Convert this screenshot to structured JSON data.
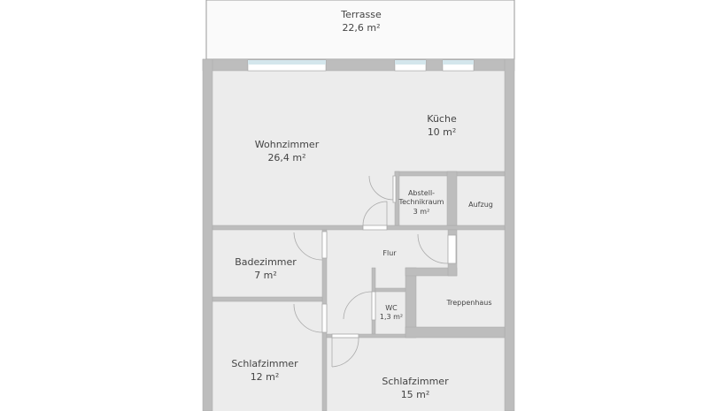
{
  "floorplan": {
    "rooms": [
      {
        "id": "terrasse",
        "name": "Terrasse",
        "area": "22,6 m²"
      },
      {
        "id": "wohnzimmer",
        "name": "Wohnzimmer",
        "area": "26,4 m²"
      },
      {
        "id": "kueche",
        "name": "Küche",
        "area": "10 m²"
      },
      {
        "id": "abstell",
        "name": "Abstell-",
        "name2": "Technikraum",
        "area": "3 m²"
      },
      {
        "id": "aufzug",
        "name": "Aufzug"
      },
      {
        "id": "flur",
        "name": "Flur"
      },
      {
        "id": "badezimmer",
        "name": "Badezimmer",
        "area": "7 m²"
      },
      {
        "id": "wc",
        "name": "WC",
        "area": "1,3 m²"
      },
      {
        "id": "treppenhaus",
        "name": "Treppenhaus"
      },
      {
        "id": "schlafzimmer1",
        "name": "Schlafzimmer",
        "area": "12 m²"
      },
      {
        "id": "schlafzimmer2",
        "name": "Schlafzimmer",
        "area": "15 m²"
      }
    ],
    "colors": {
      "wall": "#bdbdbd",
      "floor": "#ececec",
      "window": "#d4e6ec",
      "line": "#999999"
    }
  }
}
